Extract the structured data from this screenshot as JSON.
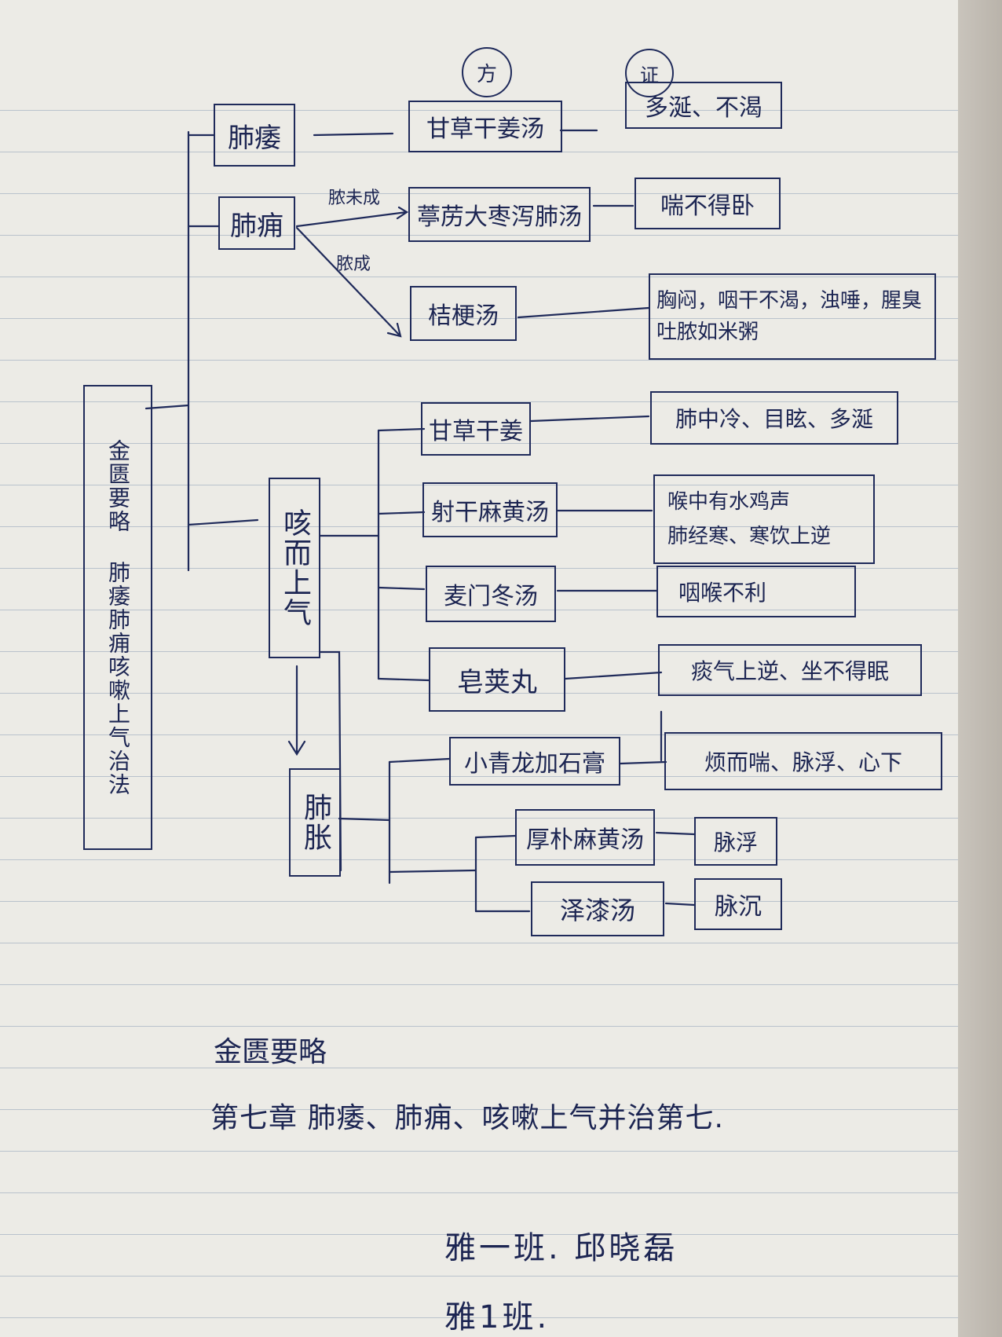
{
  "headers": {
    "fang": "方",
    "zheng": "证"
  },
  "root": "金匮要略 肺痿肺痈咳嗽上气治法",
  "branches": {
    "feiwei": "肺痿",
    "feiyong": "肺痈",
    "kesou": "咳而上气",
    "feizhang": "肺胀"
  },
  "arrow_labels": {
    "unformed": "脓未成",
    "formed": "脓成"
  },
  "formulas": {
    "gancao_ganjiang_tang": "甘草干姜汤",
    "tingli": "葶苈大枣泻肺汤",
    "jiegeng": "桔梗汤",
    "gancao_ganjiang": "甘草干姜",
    "shegan": "射干麻黄汤",
    "maimendong": "麦门冬汤",
    "zaojia": "皂荚丸",
    "xiaoqinglong": "小青龙加石膏",
    "houpo": "厚朴麻黄汤",
    "zeqi": "泽漆汤"
  },
  "symptoms": {
    "s1": "多涎、不渴",
    "s2": "喘不得卧",
    "s3a": "胸闷，咽干不渴，浊唾，腥臭",
    "s3b": "吐脓如米粥",
    "s4": "肺中冷、目眩、多涎",
    "s5a": "喉中有水鸡声",
    "s5b": "肺经寒、寒饮上逆",
    "s6": "咽喉不利",
    "s7": "痰气上逆、坐不得眠",
    "s8": "烦而喘、脉浮、心下",
    "s9": "脉浮",
    "s10": "脉沉"
  },
  "footer": {
    "book": "金匮要略",
    "chapter": "第七章 肺痿、肺痈、咳嗽上气并治第七.",
    "class_name": "雅一班. 邱晓磊",
    "class2": "雅1班."
  }
}
